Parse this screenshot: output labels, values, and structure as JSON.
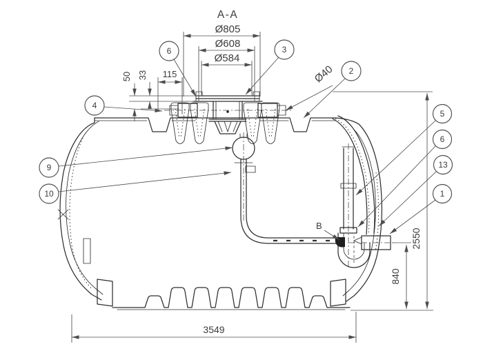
{
  "drawing": {
    "title": "A-A",
    "section_label": "B",
    "dimensions": {
      "flange_outer": "Ø805",
      "riser_outer": "Ø608",
      "riser_inner": "Ø584",
      "inlet_pipe": "Ø40",
      "detail_115": "115",
      "detail_33": "33",
      "detail_50": "50",
      "total_height": "2550",
      "outlet_height": "840",
      "total_length": "3549"
    },
    "callouts": {
      "top_left": "6",
      "top_right": "3",
      "inlet": "2",
      "lid": "4",
      "float_valve": "9",
      "suction_pipe": "10",
      "right_top": "5",
      "right_second": "6",
      "right_third": "13",
      "right_bottom": "1"
    },
    "colors": {
      "line": "#2e2e2e",
      "dim": "#4d4d4d",
      "background": "#ffffff"
    }
  }
}
